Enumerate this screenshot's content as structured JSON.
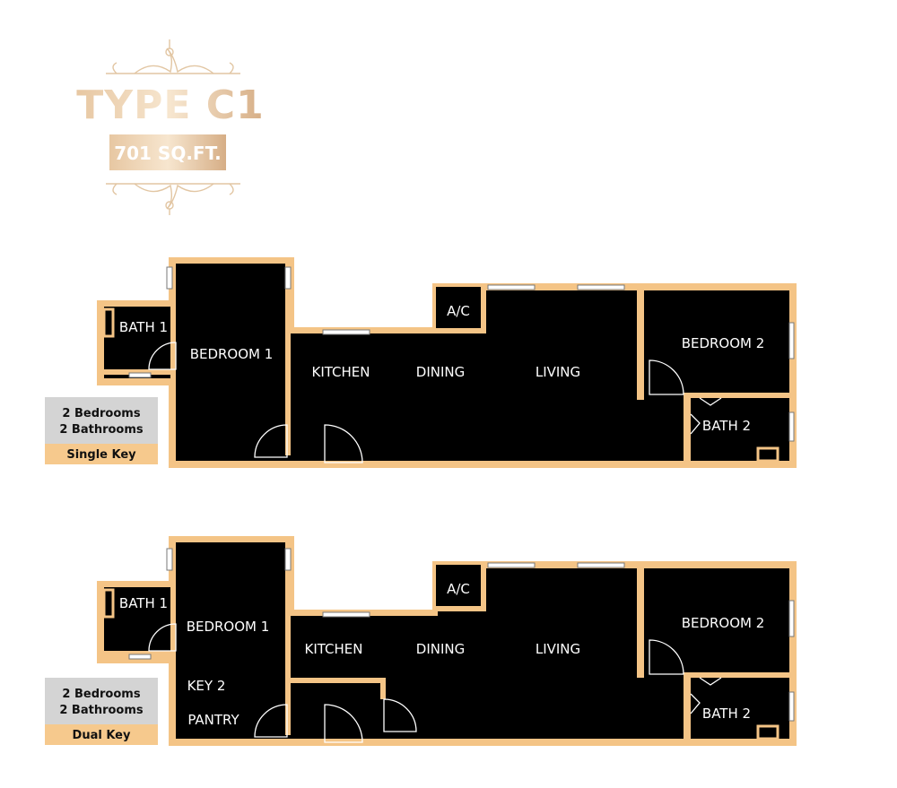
{
  "brand": {
    "type": "TYPE C1",
    "size": "701 SQ.FT.",
    "gold": "#c9a27a",
    "gold_light": "#f1d9bd"
  },
  "colors": {
    "wall": "#f4c486",
    "floor": "#000000",
    "legend_grey": "#d4d4d4",
    "legend_gold": "#f6c98d"
  },
  "plans": [
    {
      "id": "single",
      "legend": {
        "line1": "2 Bedrooms",
        "line2": "2 Bathrooms",
        "key": "Single Key"
      },
      "rooms": {
        "bath1": "BATH 1",
        "bedroom1": "BEDROOM 1",
        "kitchen": "KITCHEN",
        "dining": "DINING",
        "living": "LIVING",
        "ac": "A/C",
        "bedroom2": "BEDROOM 2",
        "bath2": "BATH 2"
      }
    },
    {
      "id": "dual",
      "legend": {
        "line1": "2 Bedrooms",
        "line2": "2 Bathrooms",
        "key": "Dual Key"
      },
      "rooms": {
        "bath1": "BATH 1",
        "bedroom1": "BEDROOM 1",
        "key2": "KEY 2",
        "pantry": "PANTRY",
        "kitchen": "KITCHEN",
        "dining": "DINING",
        "living": "LIVING",
        "ac": "A/C",
        "bedroom2": "BEDROOM 2",
        "bath2": "BATH 2"
      }
    }
  ]
}
